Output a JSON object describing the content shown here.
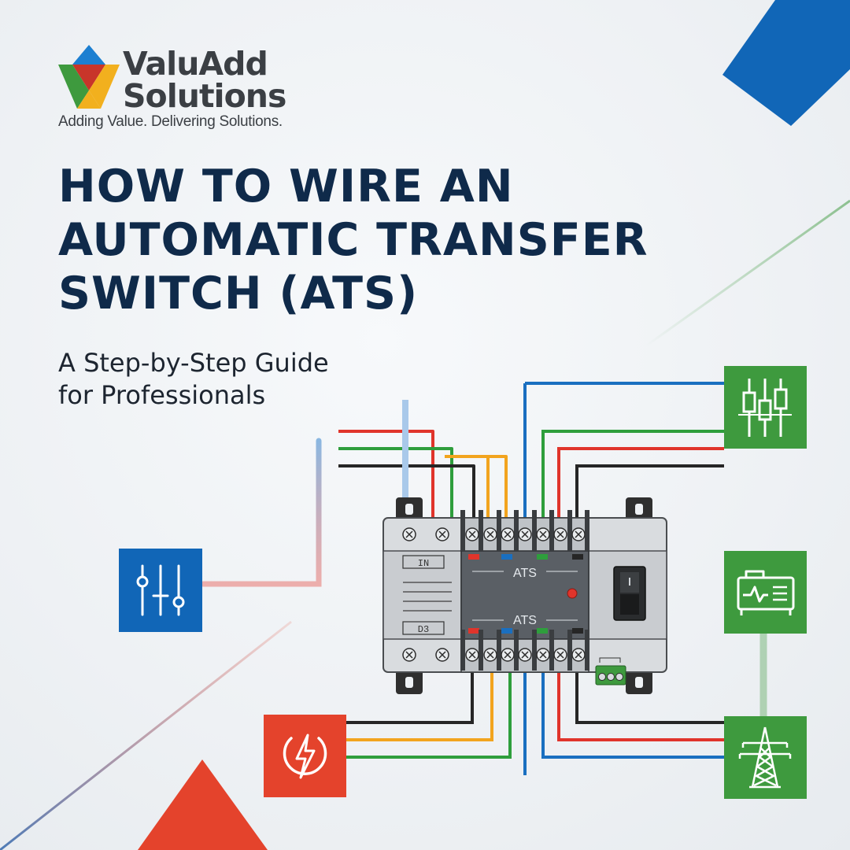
{
  "brand": {
    "name_line1": "ValuAdd",
    "name_line2": "Solutions",
    "tagline": "Adding Value. Delivering Solutions."
  },
  "headline": {
    "line1": "HOW TO WIRE AN",
    "line2": "AUTOMATIC TRANSFER",
    "line3": "SWITCH (ATS)"
  },
  "subheadline": {
    "line1": "A Step-by-Step Guide",
    "line2": "for Professionals"
  },
  "device": {
    "label_top": "ATS",
    "label_bottom": "ATS",
    "terminal_in": "IN",
    "terminal_d": "D3"
  },
  "icons": {
    "left_tile": "control-sliders-icon",
    "bottom_left_tile": "lightning-bolt-icon",
    "top_right_tile": "fuse-bank-icon",
    "middle_right_tile": "generator-icon",
    "bottom_right_tile": "transmission-tower-icon"
  },
  "colors": {
    "brand_blue": "#1166b7",
    "brand_green": "#3e9a3e",
    "brand_red": "#e4432c",
    "brand_yellow": "#f2b01e",
    "headline_navy": "#0f2a4a",
    "wire_red": "#e0342b",
    "wire_green": "#2e9e3c",
    "wire_black": "#262626",
    "wire_orange": "#f2a41e",
    "wire_blue": "#1a6fc0"
  }
}
